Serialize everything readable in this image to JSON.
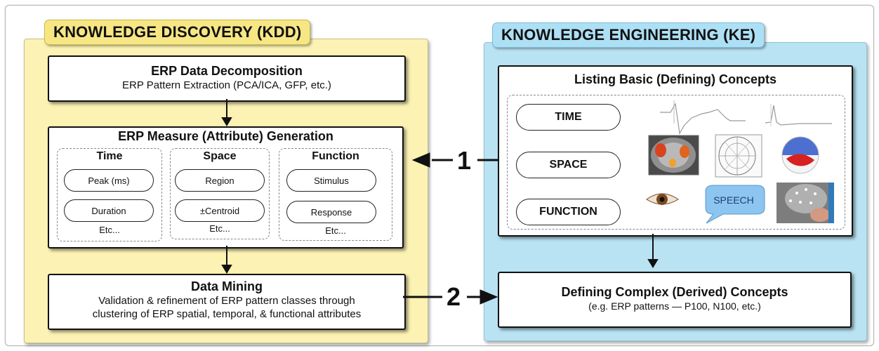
{
  "kdd": {
    "title": "KNOWLEDGE DISCOVERY (KDD)",
    "decomposition": {
      "title": "ERP Data Decomposition",
      "subtitle": "ERP Pattern Extraction (PCA/ICA, GFP, etc.)"
    },
    "measure": {
      "title": "ERP Measure (Attribute) Generation",
      "groups": [
        {
          "heading": "Time",
          "items": [
            "Peak (ms)",
            "Duration"
          ],
          "etc": "Etc..."
        },
        {
          "heading": "Space",
          "items": [
            "Region",
            "±Centroid"
          ],
          "etc": "Etc..."
        },
        {
          "heading": "Function",
          "items": [
            "Stimulus",
            "Response"
          ],
          "etc": "Etc..."
        }
      ]
    },
    "mining": {
      "title": "Data Mining",
      "lines": [
        "Validation & refinement of ERP pattern classes through",
        "clustering of ERP spatial, temporal, & functional attributes"
      ]
    }
  },
  "ke": {
    "title": "KNOWLEDGE ENGINEERING (KE)",
    "basic": {
      "title": "Listing Basic (Defining) Concepts",
      "concepts": [
        "TIME",
        "SPACE",
        "FUNCTION"
      ]
    },
    "speech_label": "SPEECH",
    "complex": {
      "title": "Defining Complex (Derived) Concepts",
      "subtitle": "(e.g. ERP patterns — P100, N100, etc.)"
    }
  },
  "arrows": {
    "label_1": "1",
    "label_2": "2"
  }
}
